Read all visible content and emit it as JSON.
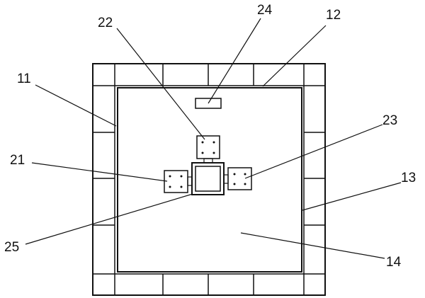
{
  "labels": {
    "l11": "11",
    "l12": "12",
    "l13": "13",
    "l14": "14",
    "l21": "21",
    "l22": "22",
    "l23": "23",
    "l24": "24",
    "l25": "25"
  }
}
